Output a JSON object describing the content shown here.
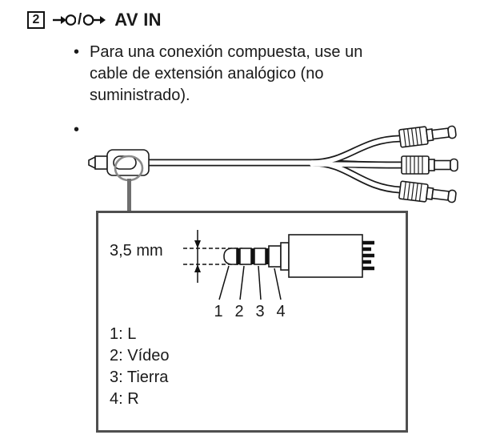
{
  "heading": {
    "number": "2",
    "icon_separator": "/",
    "title": "AV IN",
    "icons": [
      "av-input-jack-icon",
      "av-output-jack-icon"
    ]
  },
  "bullets": [
    "Para una conexión compuesta, use un cable de extensión analógico (no suministrado).",
    ""
  ],
  "diagram": {
    "measurement_label": "3,5 mm",
    "pin_numbers": [
      "1",
      "2",
      "3",
      "4"
    ],
    "legend": [
      "1: L",
      "2: Vídeo",
      "3: Tierra",
      "4: R"
    ]
  },
  "colors": {
    "line": "#1a1a1a",
    "callout_circle": "#8a8a8a",
    "connector_line": "#6f6f6f",
    "box_border": "#4f4f4f"
  }
}
